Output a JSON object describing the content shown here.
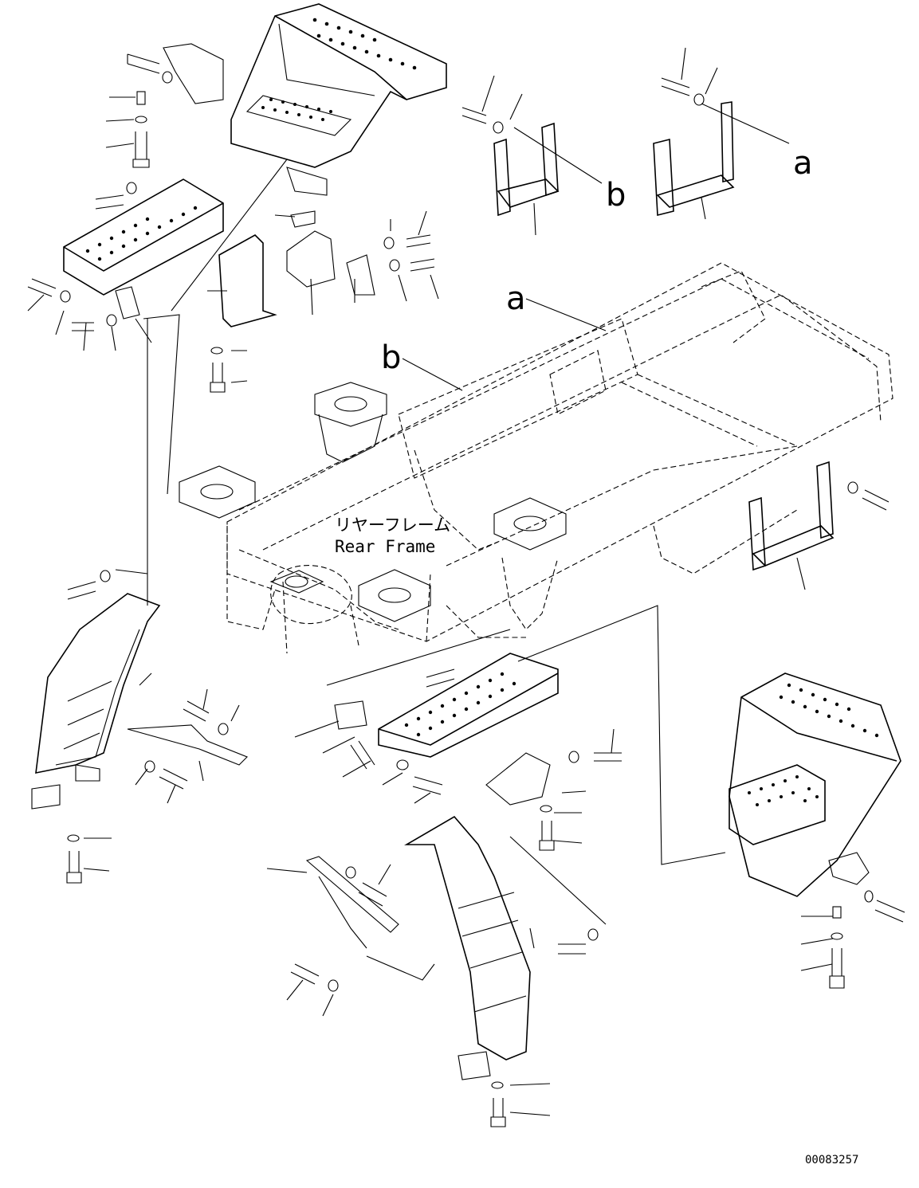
{
  "labels": {
    "rear_frame_jp": "リヤーフレーム",
    "rear_frame_en": "Rear Frame",
    "callout_a_top": "a",
    "callout_b_top": "b",
    "callout_a_frame": "a",
    "callout_b_frame": "b",
    "drawing_number": "00083257"
  }
}
